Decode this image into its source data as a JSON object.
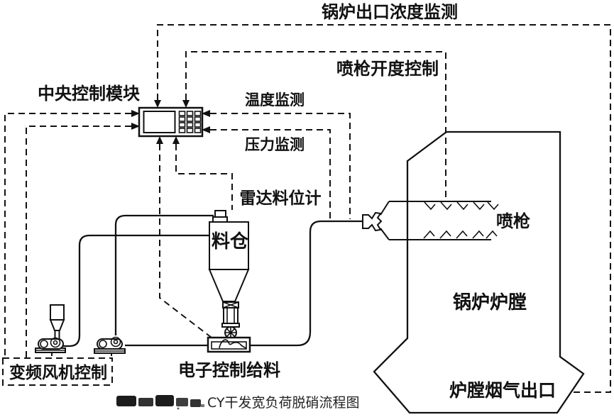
{
  "diagram": {
    "type": "process-flow",
    "caption": {
      "text": "CY干发宽负荷脱硝流程图",
      "redacted_prefix": true
    },
    "labels": {
      "outlet_monitor": "锅炉出口浓度监测",
      "gun_opening": "喷枪开度控制",
      "central_module": "中央控制模块",
      "temp_monitor": "温度监测",
      "pressure_monitor": "压力监测",
      "radar_level": "雷达料位计",
      "silo": "料仓",
      "spray_gun": "喷枪",
      "furnace": "锅炉炉膛",
      "flue_outlet": "炉膛烟气出口",
      "feeder": "电子控制给料",
      "fan_control": "变频风机控制"
    },
    "colors": {
      "line": "#111111",
      "background": "#ffffff",
      "text": "#111111"
    }
  }
}
